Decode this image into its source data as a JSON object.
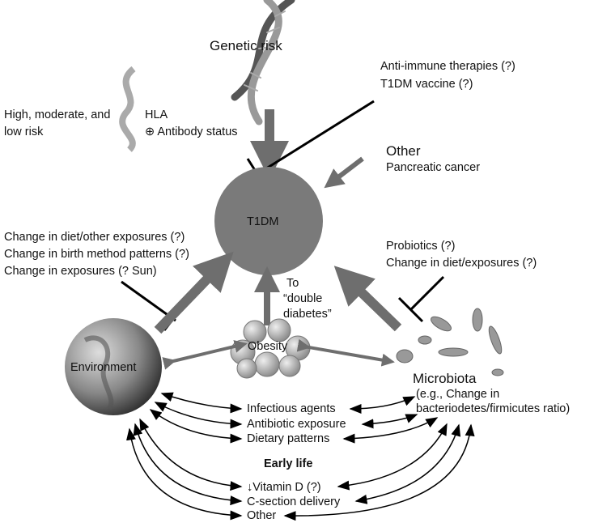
{
  "genetic": {
    "title": "Genetic risk",
    "risk_levels_line1": "High, moderate, and",
    "risk_levels_line2": "low risk",
    "hla": "HLA",
    "antibody": "⊕ Antibody status"
  },
  "therapies": {
    "line1": "Anti-immune therapies (?)",
    "line2": "T1DM vaccine (?)"
  },
  "other": {
    "title": "Other",
    "item": "Pancreatic cancer"
  },
  "center": {
    "label": "T1DM"
  },
  "environment_interventions": [
    "Change in diet/other exposures (?)",
    "Change in birth method patterns (?)",
    "Change in exposures (? Sun)"
  ],
  "microbiota_interventions": [
    "Probiotics (?)",
    "Change in diet/exposures (?)"
  ],
  "double_diabetes": [
    "To",
    "“double",
    "diabetes”"
  ],
  "environment": {
    "label": "Environment"
  },
  "obesity": {
    "label": "Obesity"
  },
  "microbiota": {
    "label": "Microbiota",
    "detail1": "(e.g., Change in",
    "detail2": "bacteriodetes/firmicutes ratio)"
  },
  "shared_factors": [
    "Infectious agents",
    "Antibiotic exposure",
    "Dietary patterns"
  ],
  "early_life": {
    "title": "Early life",
    "items": [
      "↓Vitamin D (?)",
      "C-section delivery",
      "Other"
    ]
  },
  "colors": {
    "node": "#7a7a7a",
    "arrow": "#6e6e6e",
    "line": "#000000"
  }
}
